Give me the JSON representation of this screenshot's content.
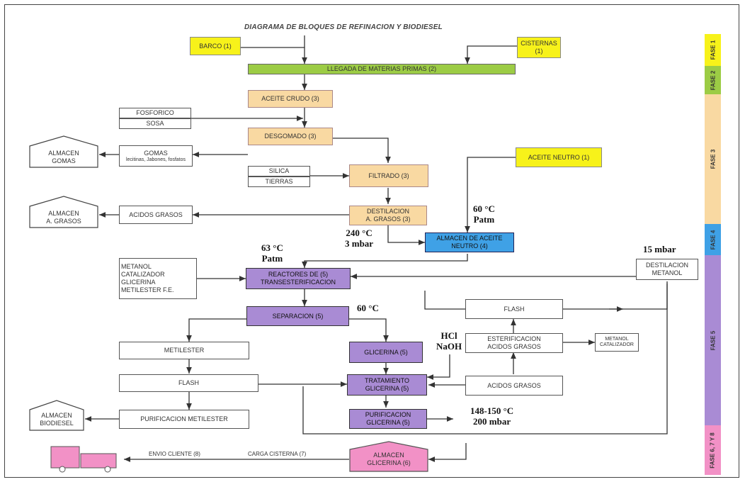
{
  "title": "DIAGRAMA DE BLOQUES DE REFINACION Y BIODIESEL",
  "boxes": {
    "barco": "BARCO (1)",
    "cisternas": [
      "CISTERNAS",
      "(1)"
    ],
    "llegada": "LLEGADA DE MATERIAS PRIMAS (2)",
    "aceite_crudo": "ACEITE CRUDO (3)",
    "fosforico": "FOSFORICO",
    "sosa": "SOSA",
    "desgomado": "DESGOMADO (3)",
    "gomas": "GOMAS",
    "gomas_sub": "lecitinas, Jabones, fosfatos",
    "almacen_gomas": [
      "ALMACEN",
      "GOMAS"
    ],
    "aceite_neutro": "ACEITE NEUTRO (1)",
    "silica": "SILICA",
    "tierras": "TIERRAS",
    "filtrado": "FILTRADO (3)",
    "almacen_agrasos": [
      "ALMACEN",
      "A. GRASOS"
    ],
    "acidos_grasos_top": "ACIDOS GRASOS",
    "destilacion_ag": [
      "DESTILACION",
      "A. GRASOS (3)"
    ],
    "almacen_aceite_neutro": [
      "ALMACEN DE ACEITE",
      "NEUTRO (4)"
    ],
    "inputs_reactor": [
      "METANOL",
      "CATALIZADOR",
      "GLICERINA",
      "METILESTER F.E."
    ],
    "reactores": [
      "REACTORES DE      (5)",
      "TRANSESTERIFICACION"
    ],
    "destilacion_metanol": [
      "DESTILACION",
      "METANOL"
    ],
    "separacion": "SEPARACION (5)",
    "flash_right": "FLASH",
    "metilester": "METILESTER",
    "glicerina5": "GLICERINA (5)",
    "esterificacion": [
      "ESTERIFICACION",
      "ACIDOS GRASOS"
    ],
    "metanol_catalizador": [
      "METANOL",
      "CATALIZADOR"
    ],
    "flash_left": "FLASH",
    "tratamiento": [
      "TRATAMIENTO",
      "GLICERINA (5)"
    ],
    "acidos_grasos_bottom": "ACIDOS GRASOS",
    "almacen_biodiesel": [
      "ALMACEN",
      "BIODIESEL"
    ],
    "purificacion_metilester": "PURIFICACION METILESTER",
    "purificacion_glicerina": [
      "PURIFICACION",
      "GLICERINA (5)"
    ],
    "almacen_glicerina": [
      "ALMACEN",
      "GLICERINA (6)"
    ],
    "envio_cliente": "ENVIO CLIENTE (8)",
    "carga_cisterna": "CARGA CISTERNA (7)"
  },
  "conditions": {
    "c60_patm_right": [
      "60 °C",
      "Patm"
    ],
    "c240": [
      "240 °C",
      "3 mbar"
    ],
    "c63": [
      "63 °C",
      "Patm"
    ],
    "c15mbar": "15 mbar",
    "c60": "60 °C",
    "hcl_naoh": [
      "HCl",
      "NaOH"
    ],
    "c148": [
      "148-150 °C",
      "200 mbar"
    ]
  },
  "phases": [
    {
      "label": "FASE 1",
      "color": "#f7f21a"
    },
    {
      "label": "FASE 2",
      "color": "#9ccc45"
    },
    {
      "label": "FASE 3",
      "color": "#f9d9a2"
    },
    {
      "label": "FASE 4",
      "color": "#3fa1e6"
    },
    {
      "label": "FASE 5",
      "color": "#a98bd4"
    },
    {
      "label": "FASE 6, 7 Y 8",
      "color": "#f291c6"
    }
  ]
}
